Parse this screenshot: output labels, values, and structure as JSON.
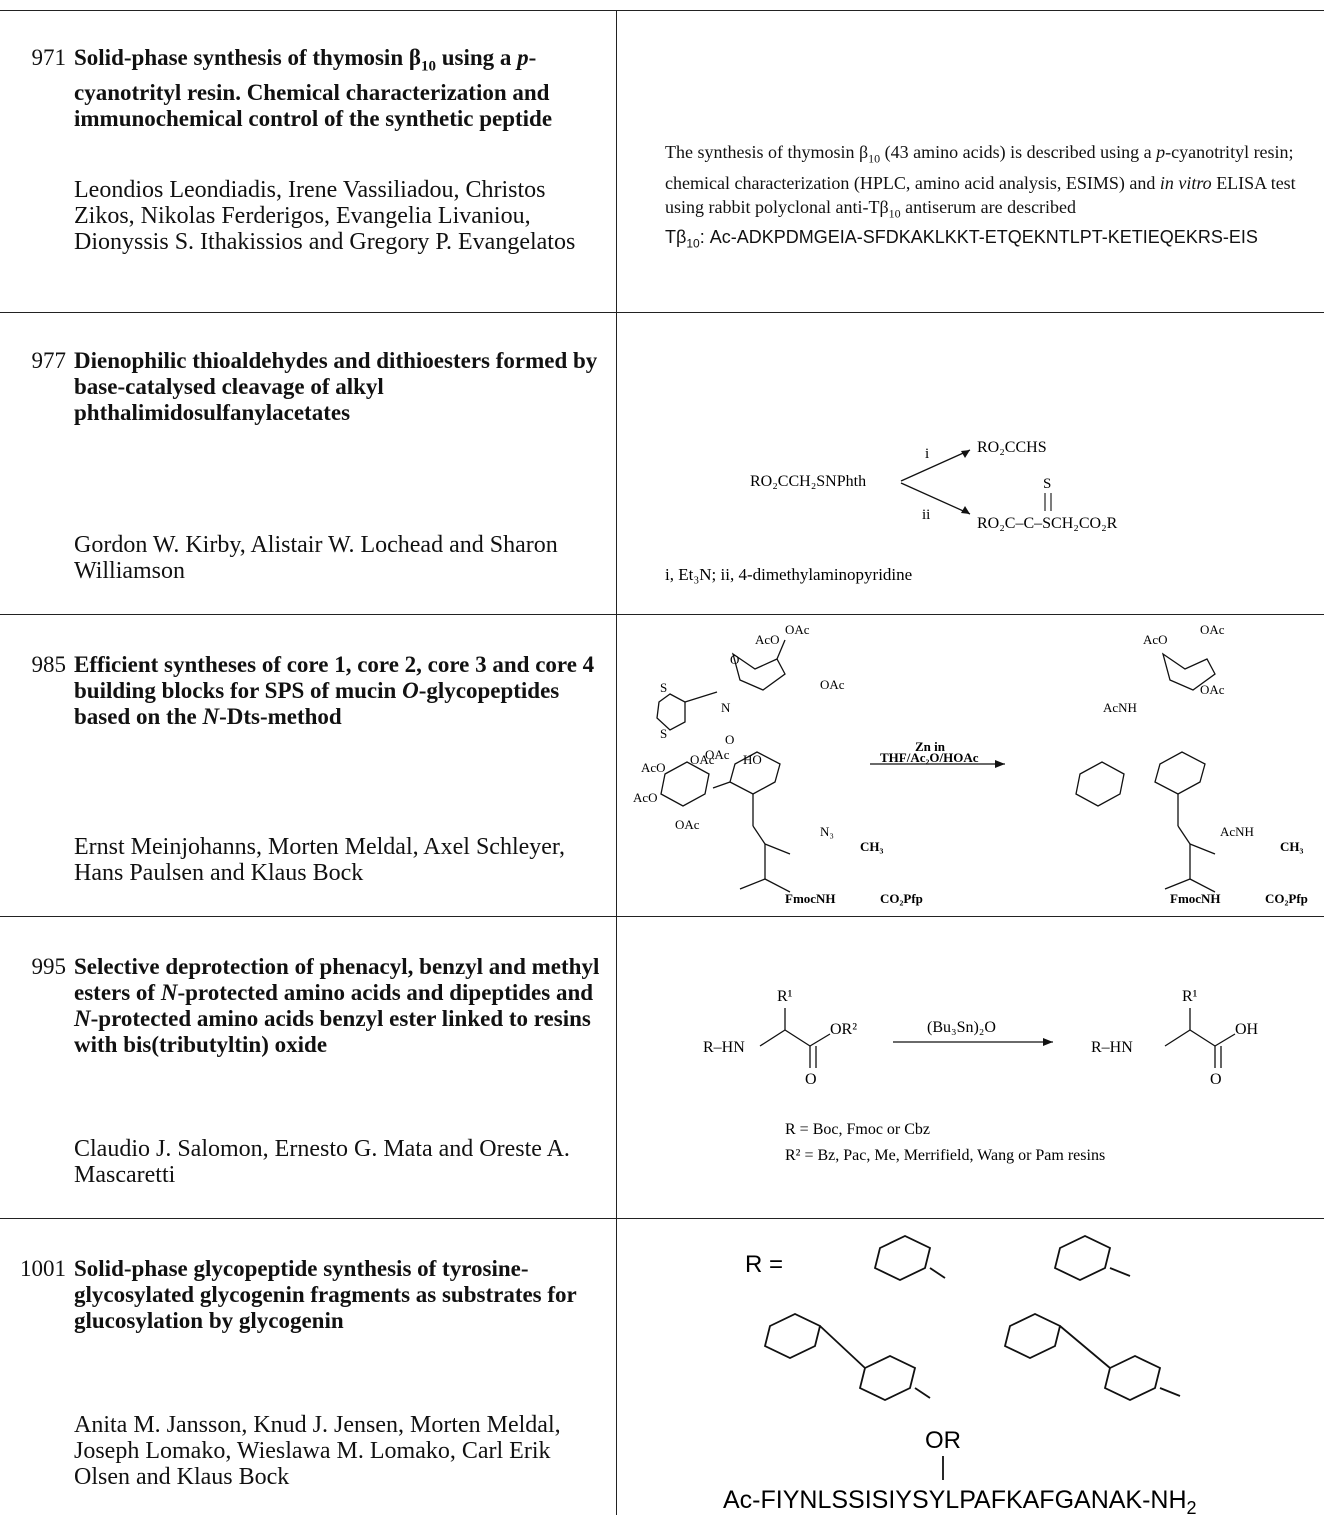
{
  "entries": [
    {
      "page": "971",
      "title": [
        "Solid-phase synthesis of thymosin β",
        "10",
        " using a ",
        "p",
        "-cyanotrityl resin. Chemical characterization and immunochemical control of the synthetic peptide"
      ],
      "authors": "Leondios Leondiadis, Irene Vassiliadou, Christos Zikos, Nikolas Ferderigos, Evangelia Livaniou, Dionyssis S. Ithakissios and Gregory P. Evangelatos",
      "abstract": {
        "intro": "The synthesis of thymosin β",
        "sub1": "10",
        "p1": " (43 amino acids) is described using a ",
        "it1": "p",
        "p2": "-cyanotrityl resin; chemical characterization (HPLC, amino acid analysis, ESIMS) and ",
        "it2": "in vitro",
        "p3": " ELISA test using rabbit polyclonal anti-Tβ",
        "sub2": "10",
        "p4": " antiserum are described",
        "seq_label": "Tβ",
        "seq_sub": "10",
        "seq_text": ": Ac-ADKPDMGEIA-SFDKAKLKKT-ETQEKNTLPT-KETIEQEKRS-EIS"
      }
    },
    {
      "page": "977",
      "title": "Dienophilic thioaldehydes and dithioesters formed by base-catalysed cleavage of alkyl phthalimidosulfanylacetates",
      "authors": "Gordon W. Kirby, Alistair W. Lochead and Sharon Williamson",
      "scheme": {
        "reactant": "RO₂CCH₂SNPhth",
        "arrow_i": "i",
        "arrow_ii": "ii",
        "product_1": "RO₂CCHS",
        "product_2_s": "S",
        "product_2": "RO₂C–C–SCH₂CO₂R",
        "conditions": "i, Et₃N; ii, 4-dimethylaminopyridine"
      }
    },
    {
      "page": "985",
      "title": [
        "Efficient syntheses of core 1, core 2, core 3 and core 4 building blocks for SPS of mucin ",
        "O",
        "-glycopeptides based on the ",
        "N",
        "-Dts-method"
      ],
      "authors": "Ernst Meinjohanns, Morten Meldal, Axel Schleyer, Hans Paulsen and Klaus Bock",
      "scheme": {
        "reagent_top": "Zn in",
        "reagent_bottom": "THF/Ac₂O/HOAc",
        "labels": [
          "OAc",
          "AcO",
          "OAc",
          "O",
          "S",
          "S",
          "N",
          "O",
          "OAc",
          "AcO",
          "AcO",
          "OAc",
          "HO",
          "OAc",
          "N₃",
          "CH₃",
          "FmocNH",
          "CO₂Pfp",
          "AcNH",
          "AcNH"
        ]
      }
    },
    {
      "page": "995",
      "title": [
        "Selective deprotection of phenacyl, benzyl and methyl esters of ",
        "N",
        "-protected amino acids and dipeptides and ",
        "N",
        "-protected amino acids benzyl ester linked to resins with bis(tributyltin) oxide"
      ],
      "authors": "Claudio J. Salomon, Ernesto G. Mata and Oreste A. Mascaretti",
      "scheme": {
        "r1": "R¹",
        "rhn": "R–HN",
        "or2": "OR²",
        "o": "O",
        "oh": "OH",
        "reagent": "(Bu₃Sn)₂O",
        "def_r": "R = Boc, Fmoc or Cbz",
        "def_r2": "R² = Bz, Pac, Me, Merrifield, Wang or Pam resins"
      }
    },
    {
      "page": "1001",
      "title": "Solid-phase glycopeptide synthesis of tyrosine-glycosylated glycogenin fragments as substrates for glucosylation by glycogenin",
      "authors": "Anita M. Jansson, Knud J. Jensen, Morten Meldal, Joseph Lomako, Wieslawa M. Lomako, Carl Erik Olsen and Klaus Bock",
      "scheme": {
        "r_eq": "R =",
        "or": "OR",
        "sequence_main": "Ac-FIYNLSSISIYSYLPAFKAFGANAK-NH",
        "sequence_sub": "2"
      }
    }
  ]
}
